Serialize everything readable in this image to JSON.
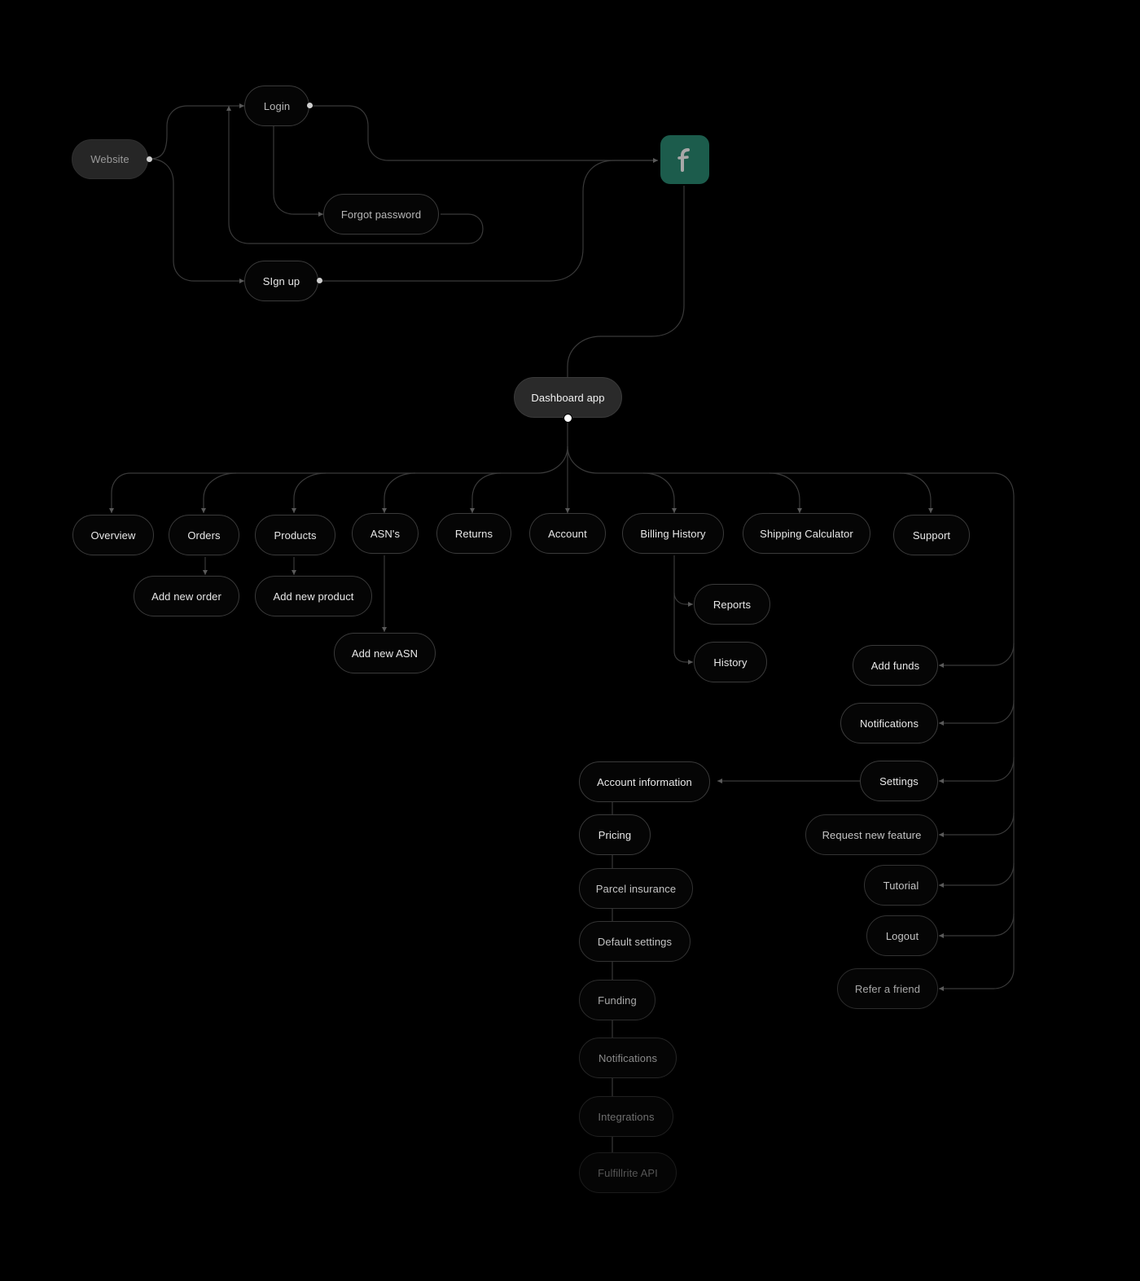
{
  "flow": {
    "website": "Website",
    "login": "Login",
    "forgot_password": "Forgot password",
    "sign_up": "SIgn up",
    "logo_icon": "fulfillrite-logo-icon",
    "dashboard": "Dashboard app"
  },
  "nav": {
    "overview": "Overview",
    "orders": "Orders",
    "products": "Products",
    "asns": "ASN's",
    "returns": "Returns",
    "account": "Account",
    "billing_history": "Billing History",
    "shipping_calculator": "Shipping Calculator",
    "support": "Support"
  },
  "sub": {
    "add_new_order": "Add new order",
    "add_new_product": "Add new product",
    "add_new_asn": "Add new ASN",
    "reports": "Reports",
    "history": "History"
  },
  "account_menu": {
    "add_funds": "Add funds",
    "notifications": "Notifications",
    "settings": "Settings",
    "request_new_feature": "Request new feature",
    "tutorial": "Tutorial",
    "logout": "Logout",
    "refer_a_friend": "Refer a friend"
  },
  "settings_menu": {
    "account_information": "Account information",
    "pricing": "Pricing",
    "parcel_insurance": "Parcel insurance",
    "default_settings": "Default settings",
    "funding": "Funding",
    "notifications": "Notifications",
    "integrations": "Integrations",
    "fulfillrite_api": "Fulfillrite API"
  },
  "colors": {
    "background": "#000000",
    "logo": "#1c5c4c",
    "edge": "#3a3a3a"
  }
}
